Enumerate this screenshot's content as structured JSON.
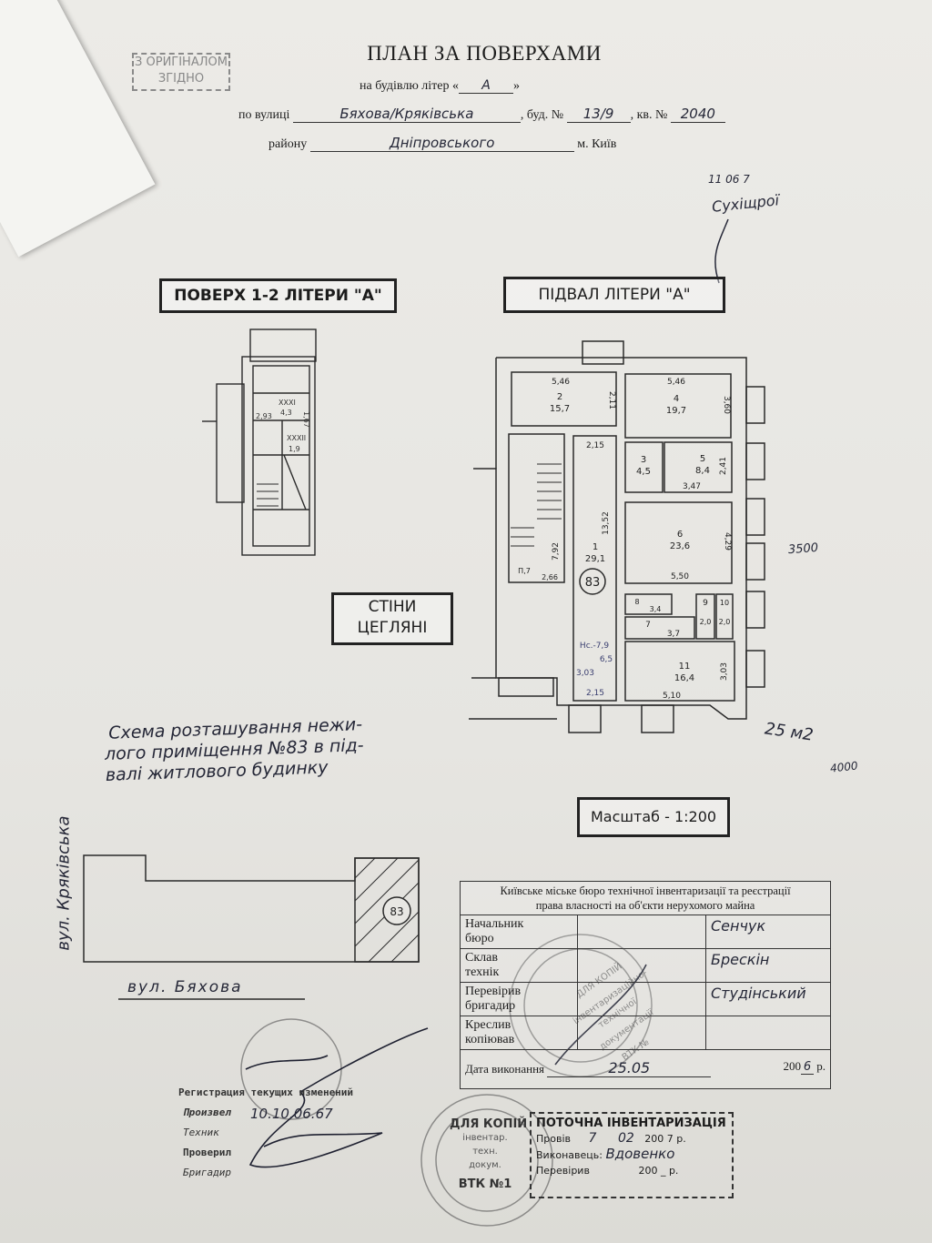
{
  "header": {
    "title": "ПЛАН ЗА ПОВЕРХАМИ",
    "copy_stamp": [
      "З ОРИГІНАЛОМ",
      "ЗГІДНО"
    ],
    "building_prefix": "на будівлю літер «",
    "building_letter": "А",
    "building_suffix": "»",
    "street_label": "по вулиці",
    "street_value": "Бяхова/Кряківська",
    "house_label": ", буд. №",
    "house_value": "13/9",
    "apt_label": ", кв. №",
    "apt_value": "2040",
    "district_label": "району",
    "district_value": "Дніпровського",
    "city": "м. Київ"
  },
  "margin_signature": {
    "date": "11 06 7",
    "text": "Сухіщрої"
  },
  "stamps": {
    "floor": "ПОВЕРХ 1-2 ЛІТЕРИ \"А\"",
    "basement": "ПІДВАЛ ЛІТЕРИ \"А\"",
    "walls": [
      "СТІНИ",
      "ЦЕГЛЯНІ"
    ],
    "scale": "Масштаб - 1:200"
  },
  "small_plan": {
    "labels": [
      "XXXI",
      "4,3",
      "2,93",
      "1,67",
      "XXXII",
      "1,9"
    ]
  },
  "plan": {
    "premises_number": "83",
    "rooms": [
      {
        "number": "1",
        "area": "29,1",
        "dims": [
          "13,52",
          "2,15",
          "7,92"
        ]
      },
      {
        "number": "2",
        "area": "15,7",
        "dims": [
          "5,46",
          "2,11"
        ]
      },
      {
        "number": "3",
        "area": "4,5",
        "dims": []
      },
      {
        "number": "4",
        "area": "19,7",
        "dims": [
          "5,46",
          "3,60"
        ]
      },
      {
        "number": "5",
        "area": "8,4",
        "dims": [
          "2,41",
          "3,47"
        ]
      },
      {
        "number": "6",
        "area": "23,6",
        "dims": [
          "4,29",
          "5,50"
        ]
      },
      {
        "number": "7",
        "area": "3,7",
        "dims": []
      },
      {
        "number": "8",
        "area": "3,4",
        "dims": []
      },
      {
        "number": "9",
        "area": "2,0",
        "dims": []
      },
      {
        "number": "10",
        "area": "2,0",
        "dims": []
      },
      {
        "number": "11",
        "area": "16,4",
        "dims": [
          "3,03",
          "5,10"
        ]
      }
    ],
    "extra_labels": [
      "П,7",
      "2,66",
      "Нс.-7,9",
      "3,03",
      "6,5",
      "2,15"
    ]
  },
  "margin_notes": [
    "3500",
    "25 м2",
    "4000"
  ],
  "scheme_note": [
    "Схема розташування нежи-",
    "лого приміщення №83 в під-",
    "валі житлового будинку"
  ],
  "site_plan": {
    "street_vertical": "вул. Кряківська",
    "street_horizontal": "вул. Бяхова",
    "marker": "83"
  },
  "bti_table": {
    "header": [
      "Київське міське бюро технічної інвентаризації та реєстрації",
      "права власності на об'єкти нерухомого майна"
    ],
    "rows": [
      {
        "label": [
          "Начальник",
          "бюро"
        ],
        "name": "Сенчук"
      },
      {
        "label": [
          "Склав",
          "технік"
        ],
        "name": "Брескін"
      },
      {
        "label": [
          "Перевірив",
          "бригадир"
        ],
        "name": "Студінський"
      },
      {
        "label": [
          "Креслив",
          "копіював"
        ],
        "name": ""
      }
    ],
    "date_label": "Дата виконання",
    "date_value": "25.05",
    "year_prefix": "200",
    "year_digit": "6",
    "year_suffix": "р."
  },
  "round_stamp_text": [
    "ДЛЯ КОПІЙ",
    "інвентаризаційно-",
    "технічної",
    "документації",
    "ВТК №"
  ],
  "registration": {
    "title": "Регистрация текущих изменений",
    "rows": [
      "Произвел",
      "Техник",
      "Проверил",
      "Бригадир"
    ],
    "handwritten_date": "10.10.06.67"
  },
  "inventory_stamp": {
    "title": "ПОТОЧНА ІНВЕНТАРИЗАЦІЯ",
    "left_stamp": [
      "ДЛЯ КОПІЙ",
      "інвентар.",
      "техн.",
      "докум.",
      "ВТК №1"
    ],
    "row1_label": "Провів",
    "row1_day": "7",
    "row1_month": "02",
    "row1_year": "200 7 р.",
    "row2_label": "Виконавець:",
    "row2_value": "Вдовенко",
    "row3_label": "Перевірив",
    "row3_year": "200 _ р."
  }
}
